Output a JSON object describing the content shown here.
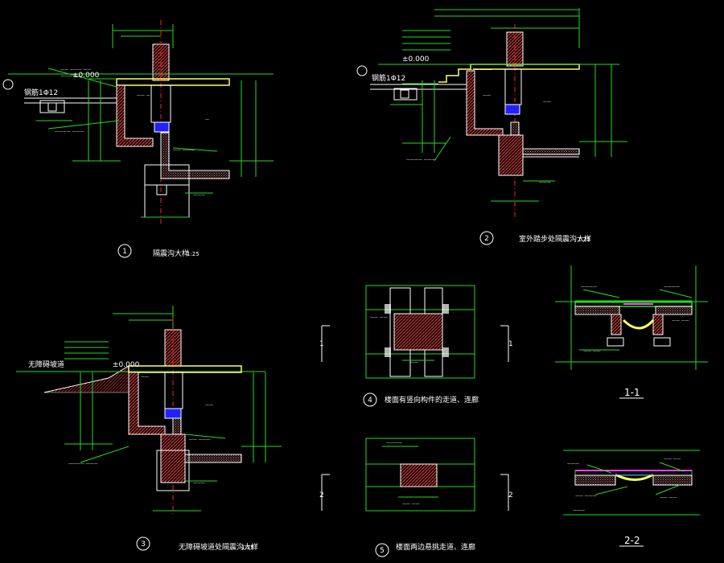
{
  "details": [
    {
      "number": "1",
      "title": "隔震沟大样",
      "scale": "1:25"
    },
    {
      "number": "2",
      "title": "室外踏步处隔震沟大样",
      "scale": "1:25"
    },
    {
      "number": "3",
      "title": "无障碍坡道处隔震沟大样",
      "scale": "1:25"
    },
    {
      "number": "4",
      "title": "楼面有竖向构件的走道、连廊"
    },
    {
      "number": "5",
      "title": "楼面两边悬挑走道、连廊"
    }
  ],
  "sections": {
    "s11": "1-1",
    "s22": "2-2"
  },
  "markers": {
    "left_1": "1",
    "right_1": "1",
    "left_2": "2",
    "right_2": "2"
  },
  "labels": {
    "elev_1": "±0.000",
    "elev_2": "±0.000",
    "elev_3": "±0.000",
    "ramp": "无障碍坡道",
    "steel_1": "钢筋1Φ12",
    "steel_2": "钢筋1Φ12"
  },
  "colors": {
    "linework": "#22dd22",
    "fill_mass": "#ff4444",
    "slab": "#ffff66",
    "bearing": "#2222ff",
    "background": "#000000"
  }
}
